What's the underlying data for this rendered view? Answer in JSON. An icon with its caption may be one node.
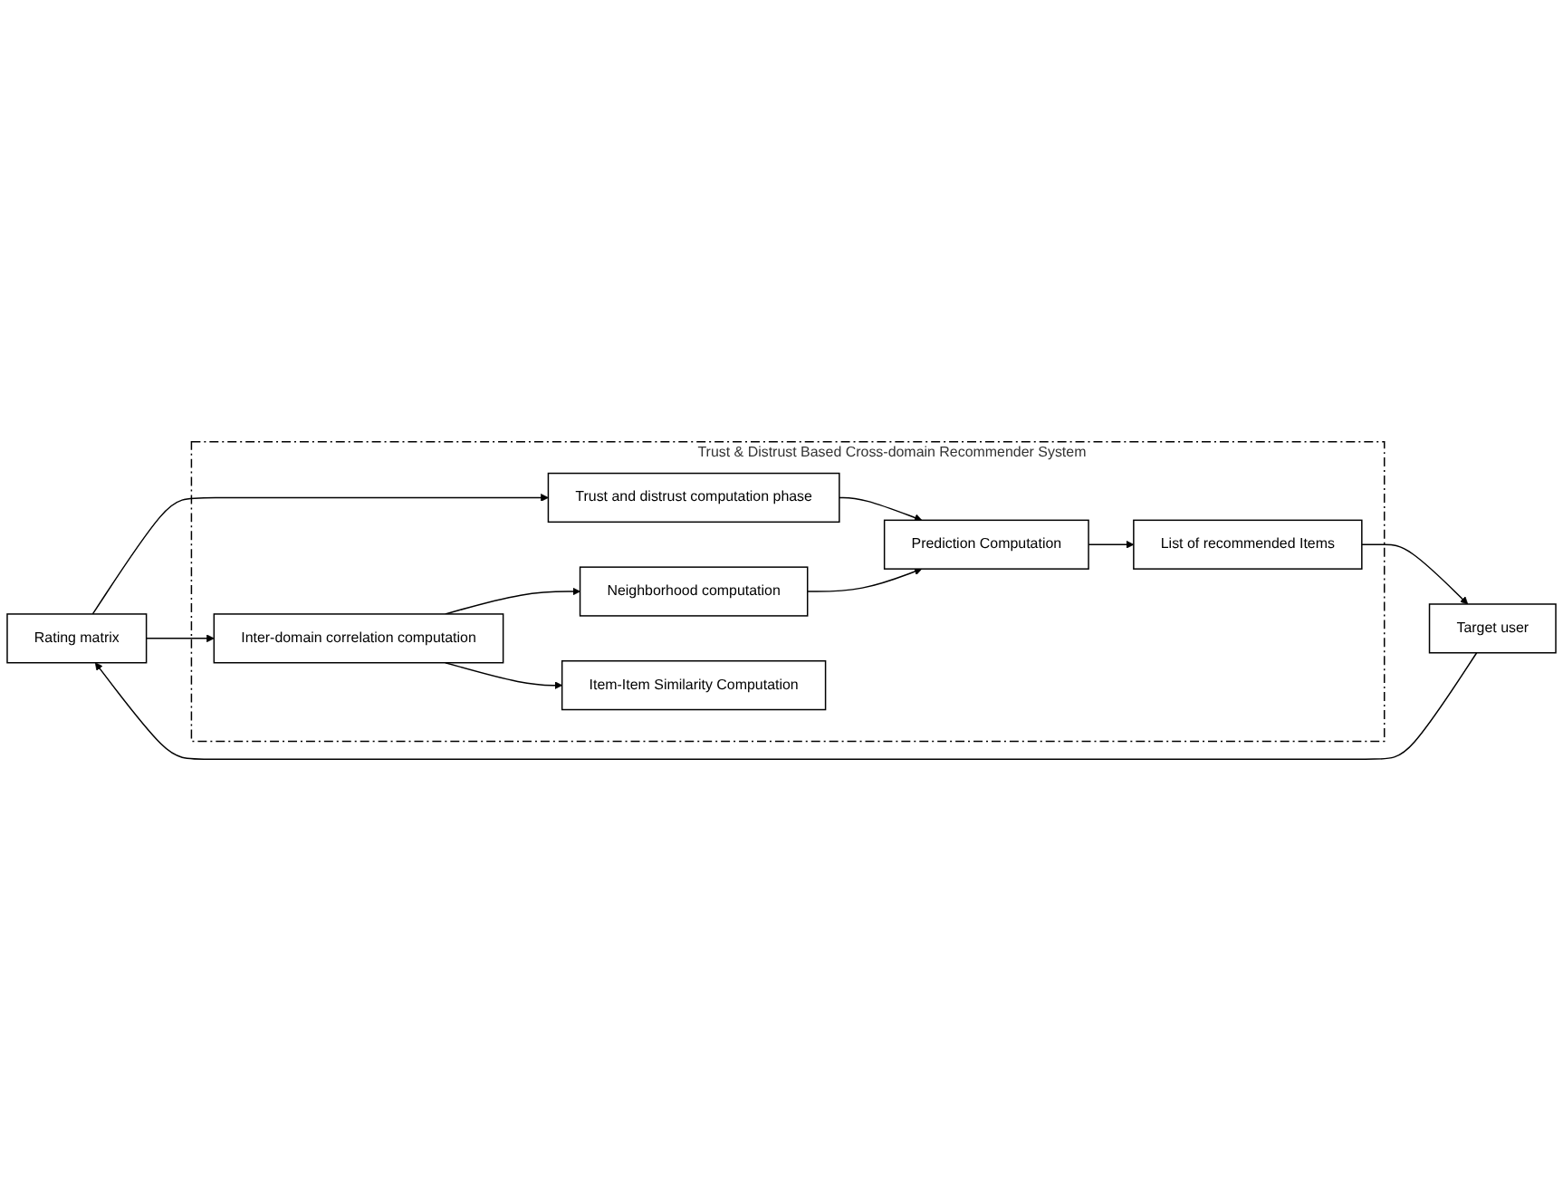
{
  "diagram": {
    "nodes": [
      {
        "text": [
          "Rating matrix"
        ]
      },
      {
        "text": [
          "Target user"
        ]
      },
      {
        "text": [
          "Trust & Distrust Based Cross-domain Recommender System"
        ]
      },
      {
        "text": [
          "Trust and distrust computation phase"
        ],
        "in": 2
      },
      {
        "text": [
          "Inter-domain correlation computation"
        ],
        "in": 2
      },
      {
        "text": [
          "Neighborhood computation"
        ],
        "in": 2
      },
      {
        "text": [
          "Item-Item Similarity Computation"
        ],
        "in": 2
      },
      {
        "text": [
          "Prediction Computation"
        ],
        "in": 2
      },
      {
        "text": [
          "List of recommended Items"
        ],
        "in": 2
      }
    ],
    "edges": [
      {
        "from": 0,
        "to": 3,
        "arrow": "to"
      },
      {
        "from": 0,
        "to": 4,
        "arrow": "to"
      },
      {
        "from": 4,
        "to": 5,
        "arrow": "to"
      },
      {
        "from": 4,
        "to": 6,
        "arrow": "to"
      },
      {
        "from": 5,
        "to": 7,
        "arrow": "to"
      },
      {
        "from": 3,
        "to": 7,
        "arrow": "to"
      },
      {
        "from": 7,
        "to": 8,
        "arrow": "to"
      },
      {
        "from": 8,
        "to": 1,
        "arrow": "to"
      },
      {
        "from": 1,
        "to": 0,
        "arrow": "to"
      }
    ]
  }
}
